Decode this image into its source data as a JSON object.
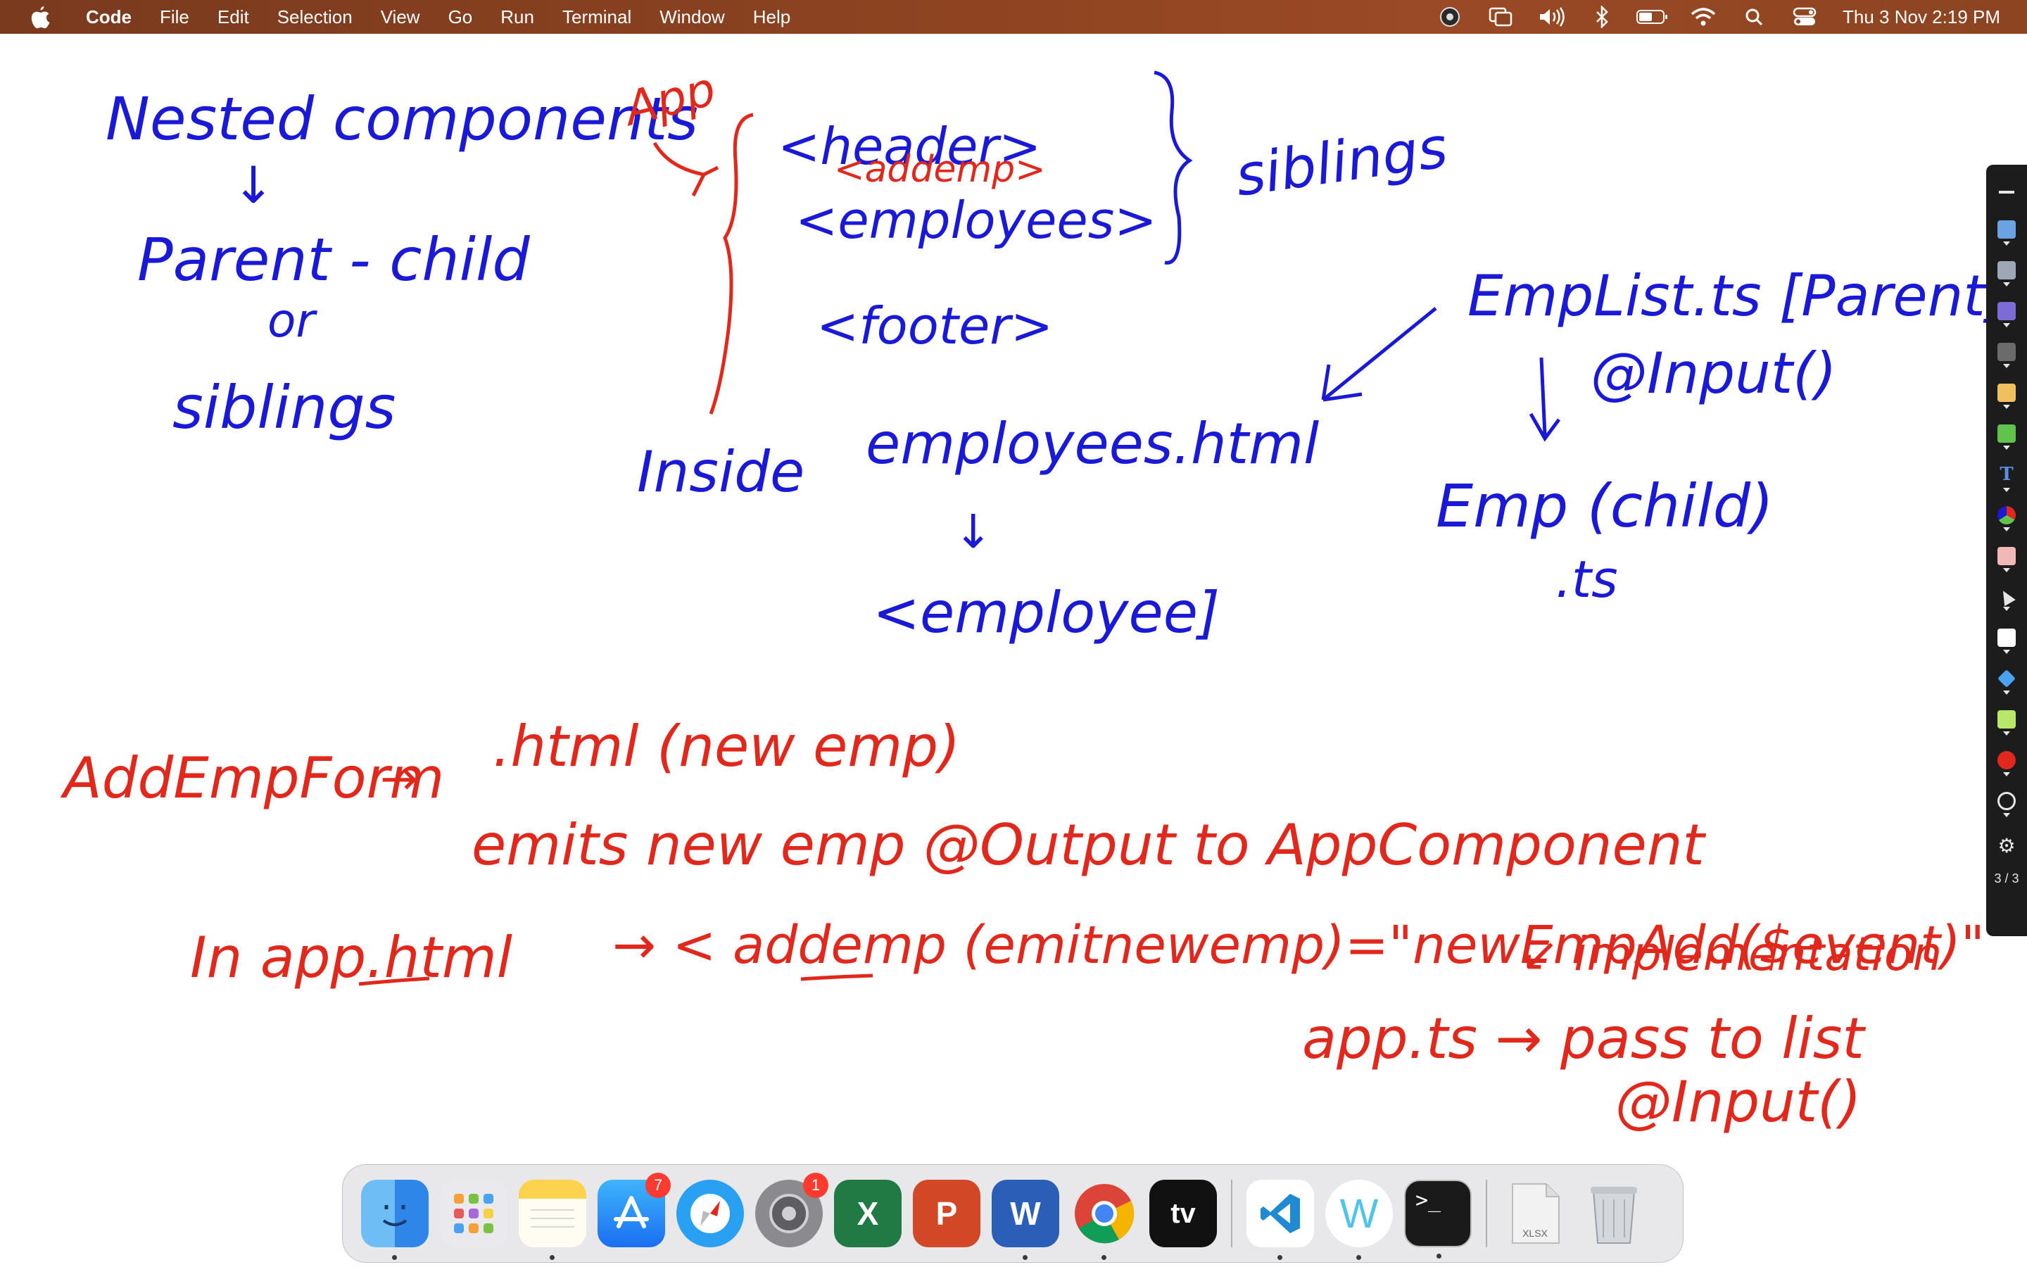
{
  "menubar": {
    "app_name": "Code",
    "items": [
      "File",
      "Edit",
      "Selection",
      "View",
      "Go",
      "Run",
      "Terminal",
      "Window",
      "Help"
    ],
    "clock": "Thu 3 Nov  2:19 PM",
    "status_icons": [
      "screen-record-icon",
      "screen-mirroring-icon",
      "volume-icon",
      "bluetooth-icon",
      "battery-icon",
      "wifi-icon",
      "spotlight-search-icon",
      "control-center-icon"
    ]
  },
  "whiteboard": {
    "ink_colors": {
      "blue": "#1a1ad6",
      "red": "#e0281c"
    },
    "notes_left": {
      "title": "Nested components",
      "arrow": "↓",
      "line1": "Parent - child",
      "line2": "or",
      "line3": "siblings"
    },
    "app_tree": {
      "label": "App",
      "header": "<header>",
      "addemp": "<addemp>",
      "employees": "<employees>",
      "footer": "<footer>",
      "side_label": "siblings"
    },
    "inside": {
      "text1": "Inside",
      "text2": "employees.html",
      "arrow": "↓",
      "text3": "<employee]"
    },
    "emplist": {
      "line1": "EmpList.ts [Parent]",
      "input": "@Input()",
      "child": "Emp (child)",
      "child_ext": ".ts"
    },
    "red_notes": {
      "line1a": "AddEmpForm",
      "line1b": "→",
      "line1c": ".html (new emp)",
      "line2": "emits new emp @Output to AppComponent",
      "line3a": "In app.html",
      "line3b": "→ < addemp (emitnewemp)=\"newEmpAdd($event)\"",
      "line4": "↙ implementation",
      "line5": "app.ts → pass to list",
      "line6": "@Input()"
    }
  },
  "annotation_toolbar": {
    "tools": [
      "pen-tool-icon",
      "highlighter-icon",
      "marker-icon",
      "brush-icon",
      "pencil-icon",
      "green-pen-icon",
      "text-tool-icon",
      "color-picker-icon",
      "eraser-icon",
      "cursor-icon",
      "white-fill-icon",
      "hammer-icon",
      "lime-fill-icon",
      "red-dot-icon",
      "lock-icon",
      "settings-icon"
    ],
    "page_indicator": "3 / 3"
  },
  "dock": {
    "apps": [
      {
        "name": "finder",
        "icon": "finder-icon",
        "color": "#4aa3f0",
        "running": true
      },
      {
        "name": "launchpad",
        "icon": "launchpad-icon",
        "color": "#e9e9ee"
      },
      {
        "name": "notes",
        "icon": "notes-icon",
        "color": "#fcd34d",
        "running": true
      },
      {
        "name": "app-store",
        "icon": "app-store-icon",
        "color": "#1e8cf5",
        "badge": "7"
      },
      {
        "name": "safari",
        "icon": "safari-icon",
        "color": "#2aa0f2"
      },
      {
        "name": "system-preferences",
        "icon": "settings-gear-icon",
        "color": "#8a8a8f",
        "badge": "1"
      },
      {
        "name": "excel",
        "icon": "excel-icon",
        "color": "#1f7a44",
        "letter": "X"
      },
      {
        "name": "powerpoint",
        "icon": "powerpoint-icon",
        "color": "#d24726",
        "letter": "P"
      },
      {
        "name": "word",
        "icon": "word-icon",
        "color": "#2b5eb6",
        "letter": "W",
        "running": true
      },
      {
        "name": "chrome",
        "icon": "chrome-icon",
        "color": "#ffffff",
        "running": true
      },
      {
        "name": "apple-tv",
        "icon": "apple-tv-icon",
        "color": "#111111",
        "letter": "tv"
      },
      {
        "name": "vscode",
        "icon": "vscode-icon",
        "color": "#ffffff",
        "running": true
      },
      {
        "name": "whiteboard-app",
        "icon": "w-app-icon",
        "color": "#ffffff",
        "letter": "W",
        "running": true
      },
      {
        "name": "terminal",
        "icon": "terminal-icon",
        "color": "#1a1a1a",
        "letter": ">_",
        "running": true
      },
      {
        "name": "xlsx-file",
        "icon": "xlsx-file-icon",
        "color": "#f2f2f2",
        "letter": "XLSX"
      },
      {
        "name": "trash",
        "icon": "trash-icon",
        "color": "#cfd2d6"
      }
    ]
  }
}
